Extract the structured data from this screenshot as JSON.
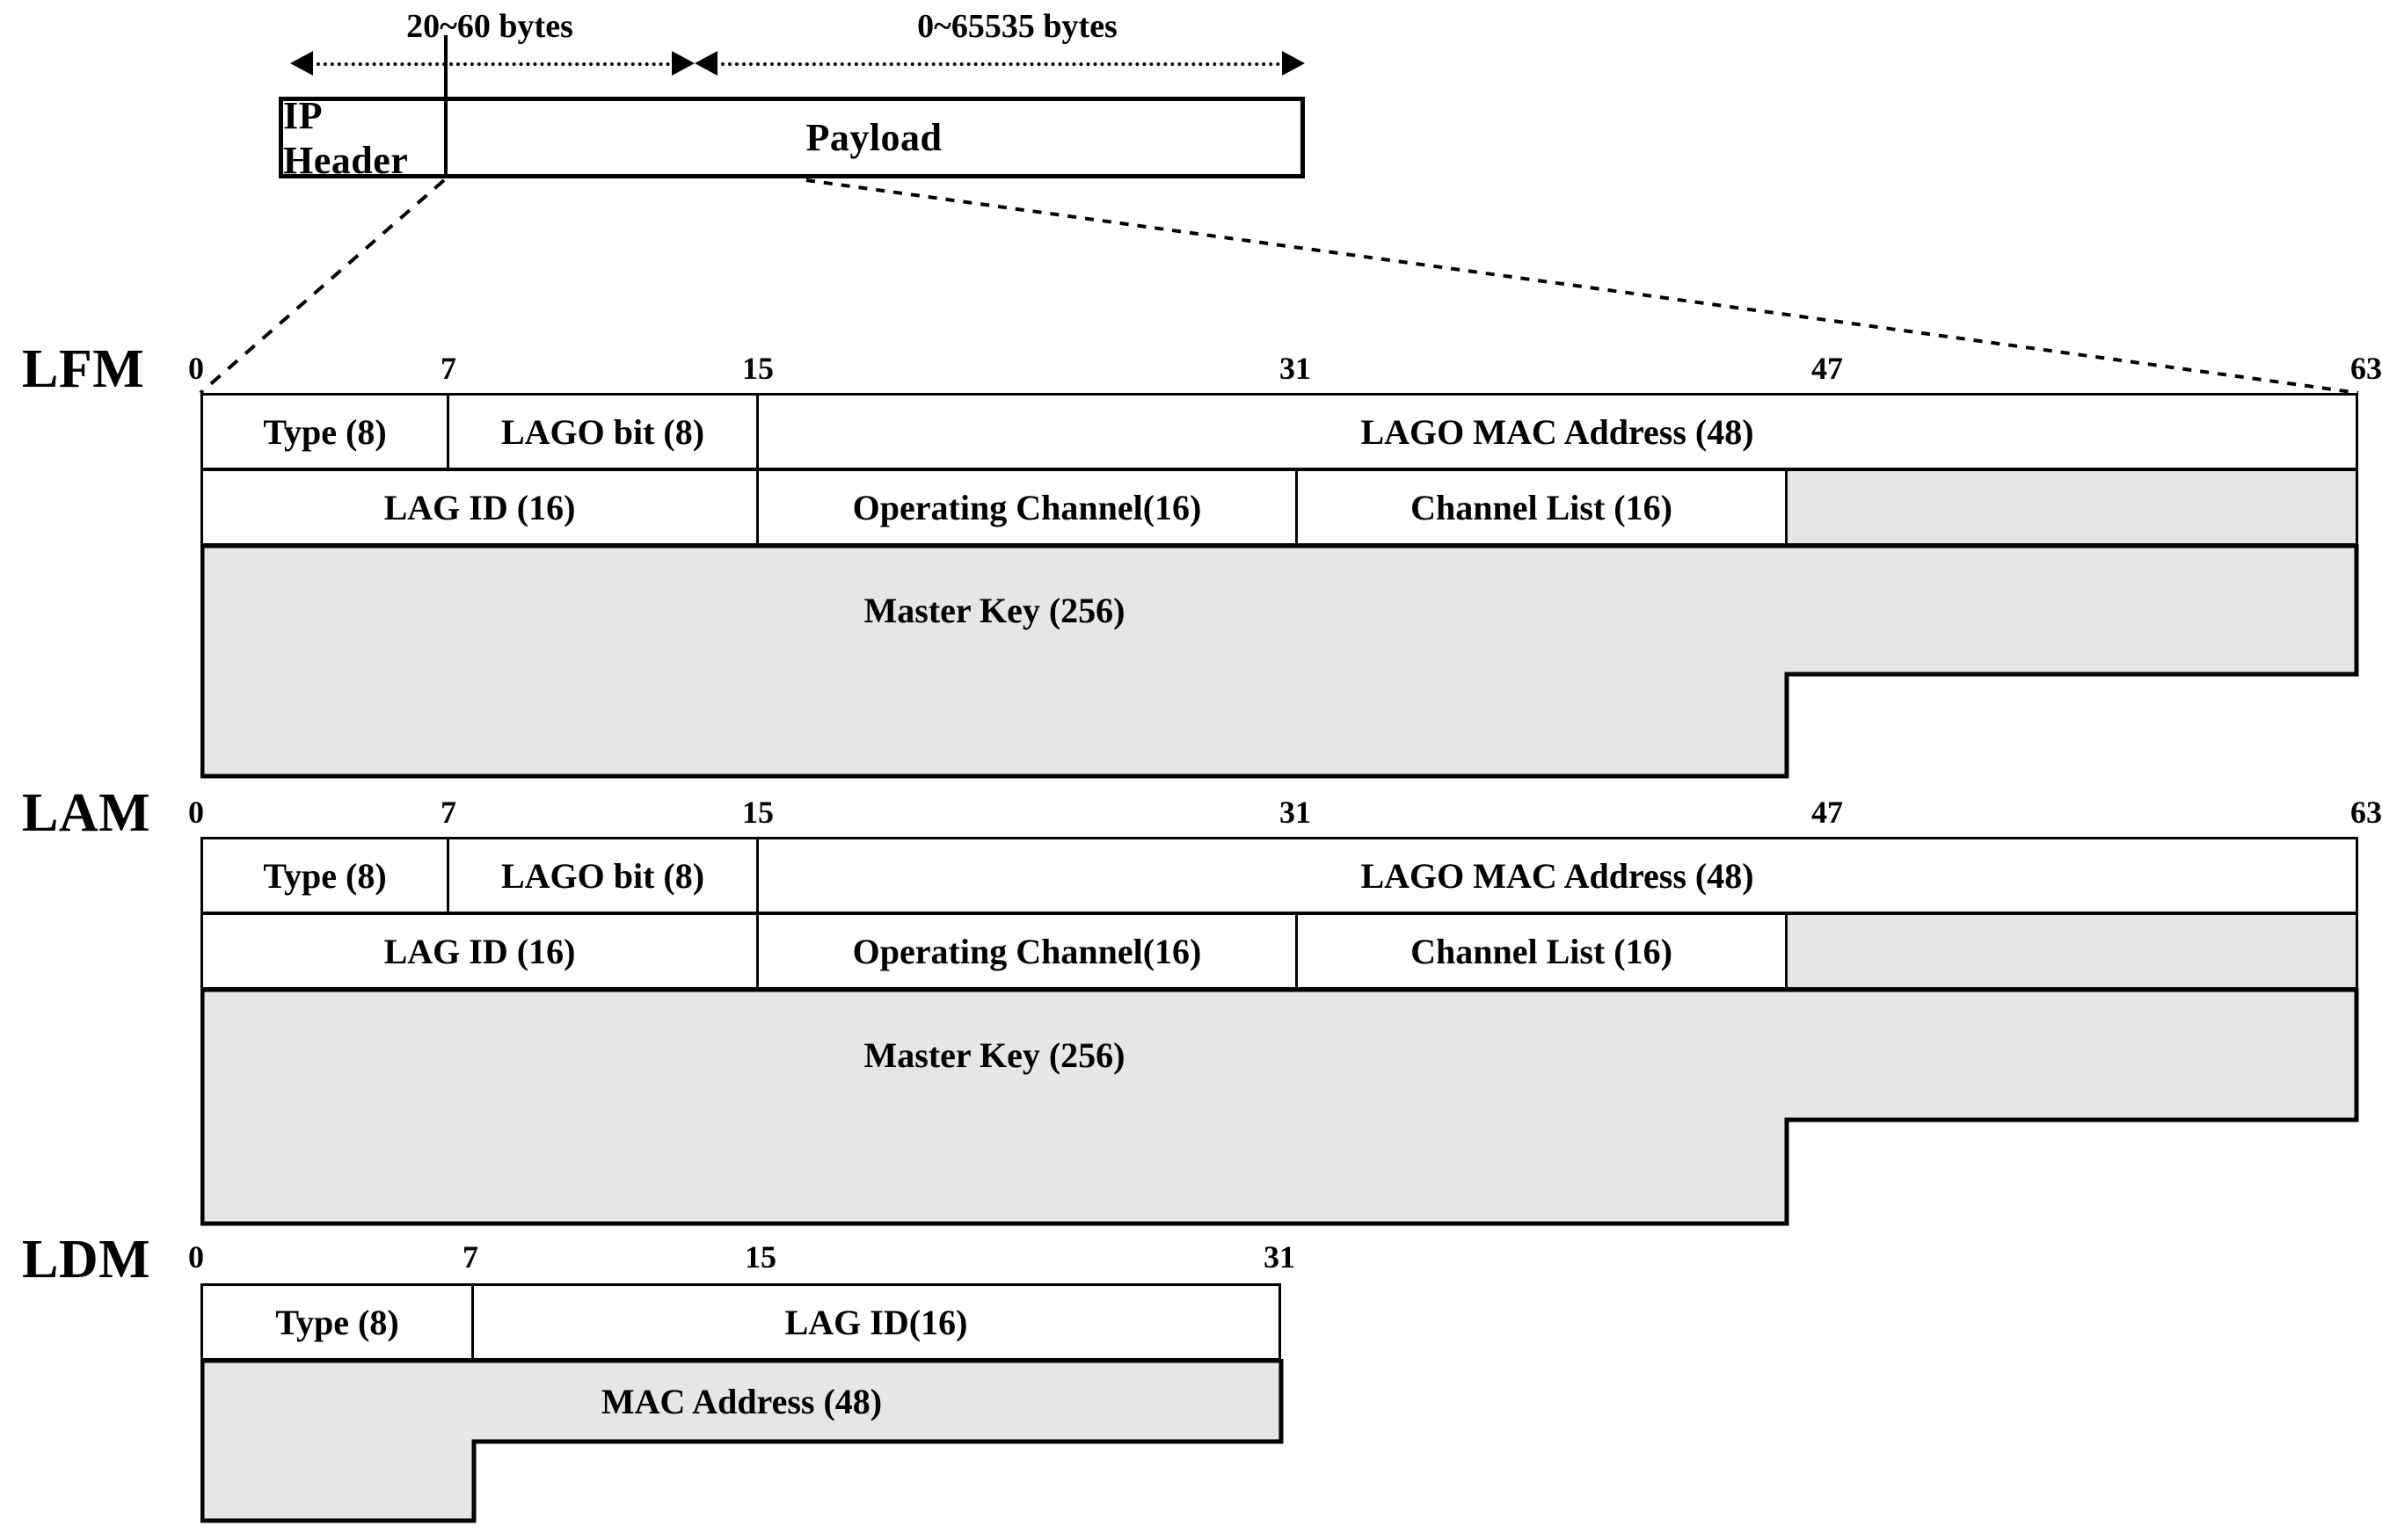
{
  "packet": {
    "measure_left": "20~60 bytes",
    "measure_right": "0~65535 bytes",
    "cells": [
      {
        "label": "IP Header"
      },
      {
        "label": "Payload"
      }
    ]
  },
  "sections": [
    {
      "name": "LFM",
      "label": "LFM",
      "ruler": [
        "0",
        "7",
        "15",
        "31",
        "47",
        "63"
      ],
      "rows": [
        {
          "fields": [
            {
              "label": "Type (8)",
              "fill": "white"
            },
            {
              "label": "LAGO bit (8)",
              "fill": "white"
            },
            {
              "label": "LAGO MAC Address (48)",
              "fill": "white"
            }
          ]
        },
        {
          "fields": [
            {
              "label": "LAG ID (16)",
              "fill": "white"
            },
            {
              "label": "Operating Channel(16)",
              "fill": "white"
            },
            {
              "label": "Channel List (16)",
              "fill": "white"
            },
            {
              "label": "",
              "fill": "gray"
            }
          ]
        },
        {
          "fields": [
            {
              "label": "Master Key (256)",
              "fill": "gray"
            }
          ]
        }
      ]
    },
    {
      "name": "LAM",
      "label": "LAM",
      "ruler": [
        "0",
        "7",
        "15",
        "31",
        "47",
        "63"
      ],
      "rows": [
        {
          "fields": [
            {
              "label": "Type (8)",
              "fill": "white"
            },
            {
              "label": "LAGO bit (8)",
              "fill": "white"
            },
            {
              "label": "LAGO MAC Address (48)",
              "fill": "white"
            }
          ]
        },
        {
          "fields": [
            {
              "label": "LAG ID (16)",
              "fill": "white"
            },
            {
              "label": "Operating Channel(16)",
              "fill": "white"
            },
            {
              "label": "Channel List (16)",
              "fill": "white"
            },
            {
              "label": "",
              "fill": "gray"
            }
          ]
        },
        {
          "fields": [
            {
              "label": "Master Key (256)",
              "fill": "gray"
            }
          ]
        }
      ]
    },
    {
      "name": "LDM",
      "label": "LDM",
      "ruler": [
        "0",
        "7",
        "15",
        "31"
      ],
      "rows": [
        {
          "fields": [
            {
              "label": "Type (8)",
              "fill": "white"
            },
            {
              "label": "LAG ID(16)",
              "fill": "white"
            }
          ]
        },
        {
          "fields": [
            {
              "label": "MAC Address (48)",
              "fill": "gray"
            }
          ]
        }
      ]
    }
  ],
  "colors": {
    "gray_fill": "#e6e6e6",
    "line": "#000000",
    "background": "#ffffff"
  }
}
